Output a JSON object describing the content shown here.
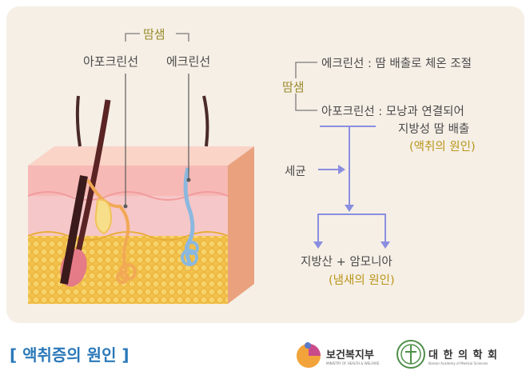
{
  "diagram": {
    "sweat_label": "땀샘",
    "apocrine_label": "아포크린선",
    "eccrine_label": "에크린선",
    "right_sweat_label": "땀샘",
    "eccrine_desc": "에크린선 : 땀 배출로 체온 조절",
    "apocrine_desc_1": "아포크린선 : 모낭과 연결되어",
    "apocrine_desc_2": "지방성 땀 배출",
    "apocrine_cause": "(액취의 원인)",
    "bacteria_label": "세균",
    "result_label": "지방산 + 암모니아",
    "result_cause": "(냄새의 원인)"
  },
  "caption": "[ 액취증의 원인 ]",
  "logos": {
    "mohw_name": "보건복지부",
    "mohw_sub": "MINISTRY OF HEALTH & WELFARE",
    "kams_name": "대 한 의 학 회",
    "kams_sub": "Korean Academy of Medical Sciences"
  },
  "colors": {
    "olive_label": "#9a8a2a",
    "arrow": "#8a8ee0",
    "caption": "#2a78b9"
  }
}
